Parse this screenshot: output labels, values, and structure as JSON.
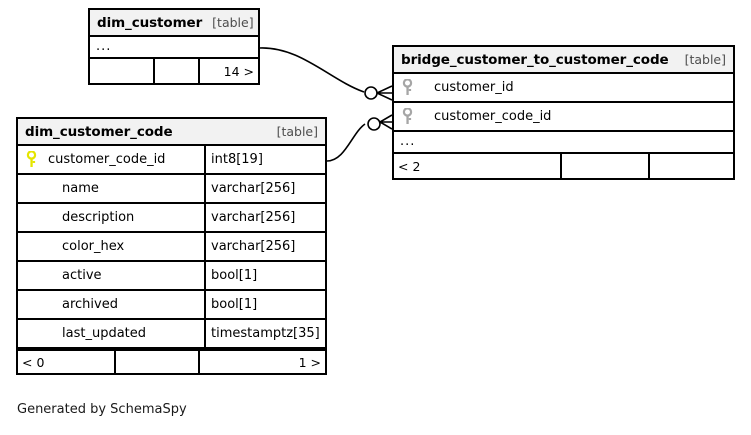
{
  "diagram": {
    "caption": "Generated by SchemaSpy",
    "type_label": "[table]",
    "ellipsis": "...",
    "colors": {
      "pk_key": "#e5e500",
      "fk_key": "#a6a6a6",
      "border": "#000000",
      "header_bg": "#f2f2f2",
      "background": "#ffffff"
    }
  },
  "tables": [
    {
      "id": "dim_customer",
      "name": "dim_customer",
      "type": "[table]",
      "columns": [],
      "has_ellipsis_row": true,
      "footer": [
        {
          "text": "",
          "align": "left"
        },
        {
          "text": "",
          "align": "left"
        },
        {
          "text": "14 >",
          "align": "right"
        }
      ]
    },
    {
      "id": "bridge_customer_to_customer_code",
      "name": "bridge_customer_to_customer_code",
      "type": "[table]",
      "columns": [
        {
          "key": "fk",
          "name": "customer_id",
          "type": ""
        },
        {
          "key": "fk",
          "name": "customer_code_id",
          "type": ""
        }
      ],
      "has_ellipsis_row": true,
      "footer": [
        {
          "text": "< 2",
          "align": "left"
        },
        {
          "text": "",
          "align": "left"
        },
        {
          "text": "",
          "align": "left"
        }
      ]
    },
    {
      "id": "dim_customer_code",
      "name": "dim_customer_code",
      "type": "[table]",
      "columns": [
        {
          "key": "pk",
          "name": "customer_code_id",
          "type": "int8[19]"
        },
        {
          "key": "none",
          "name": "name",
          "type": "varchar[256]"
        },
        {
          "key": "none",
          "name": "description",
          "type": "varchar[256]"
        },
        {
          "key": "none",
          "name": "color_hex",
          "type": "varchar[256]"
        },
        {
          "key": "none",
          "name": "active",
          "type": "bool[1]"
        },
        {
          "key": "none",
          "name": "archived",
          "type": "bool[1]"
        },
        {
          "key": "none",
          "name": "last_updated",
          "type": "timestamptz[35]"
        }
      ],
      "has_ellipsis_row": false,
      "footer": [
        {
          "text": "< 0",
          "align": "left"
        },
        {
          "text": "",
          "align": "left"
        },
        {
          "text": "1 >",
          "align": "right"
        }
      ]
    }
  ],
  "relationships": [
    {
      "id": "rel-dim-customer-to-bridge",
      "from_table": "dim_customer",
      "to_table": "bridge_customer_to_customer_code",
      "to_column": "customer_id",
      "from_cardinality": "one",
      "to_cardinality": "zero-or-many"
    },
    {
      "id": "rel-dim-customer-code-to-bridge",
      "from_table": "dim_customer_code",
      "from_column": "customer_code_id",
      "to_table": "bridge_customer_to_customer_code",
      "to_column": "customer_code_id",
      "from_cardinality": "one",
      "to_cardinality": "zero-or-many"
    }
  ]
}
